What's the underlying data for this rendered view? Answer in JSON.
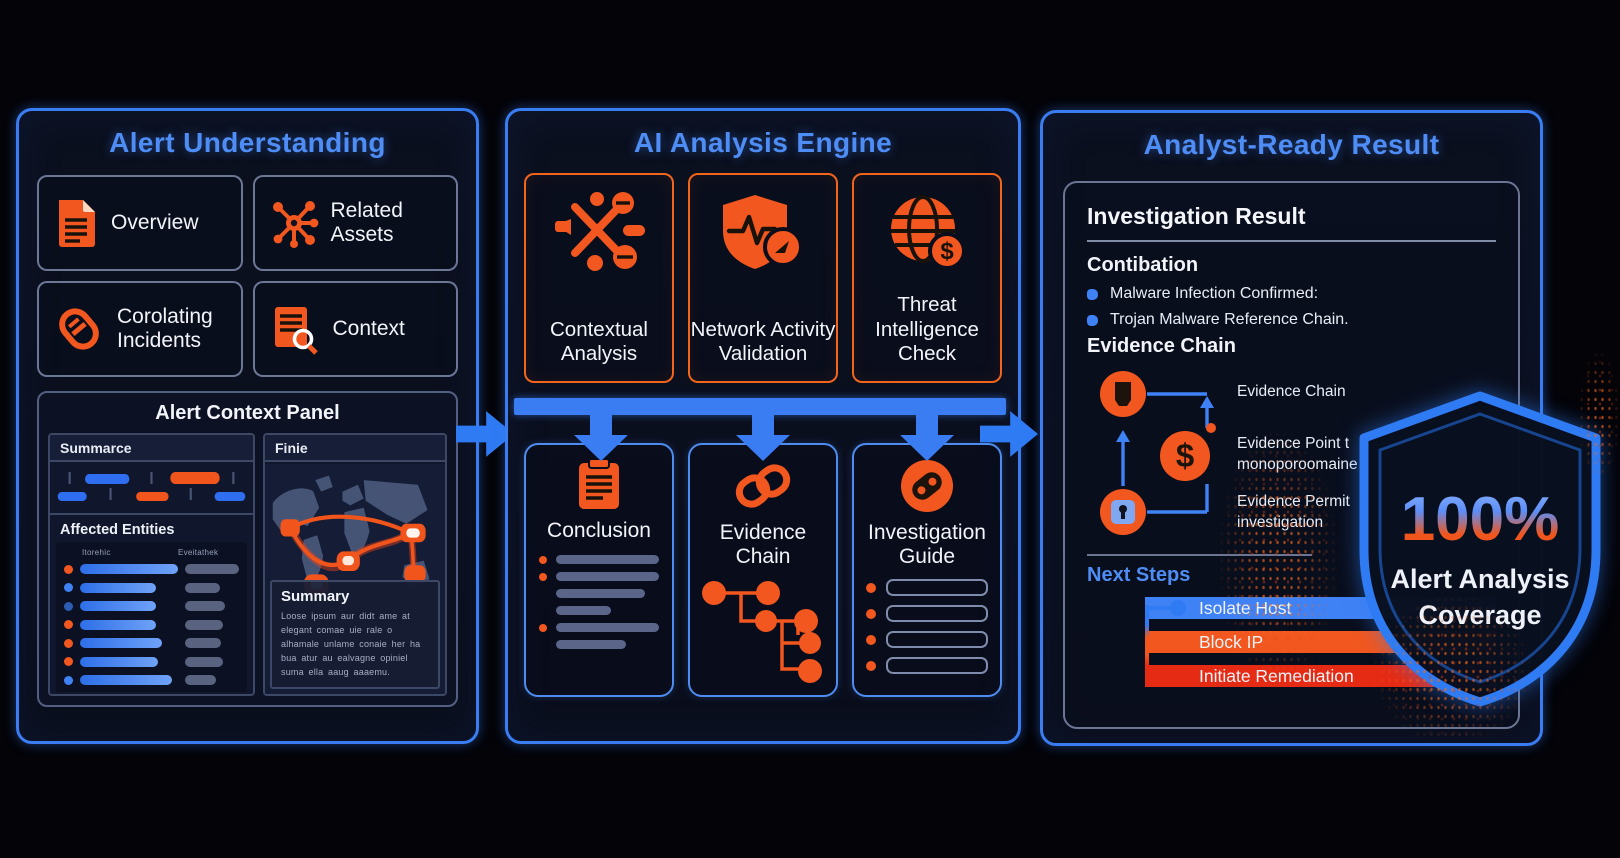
{
  "panel1": {
    "title": "Alert Understanding",
    "cards": [
      {
        "icon": "document-icon",
        "label": "Overview"
      },
      {
        "icon": "network-nodes-icon",
        "label": "Related Assets"
      },
      {
        "icon": "capsule-link-icon",
        "label": "Corolating Incidents"
      },
      {
        "icon": "document-search-icon",
        "label": "Context"
      }
    ],
    "context_panel": {
      "title": "Alert Context Panel",
      "summary_header": "Summarce",
      "entities_title": "Affected Entities",
      "entities_col1": "Itorehic",
      "entities_col2": "Eveitathek",
      "entities_rows": [
        {
          "dot": "orange",
          "w1": "100%",
          "w2": "100%"
        },
        {
          "dot": "blue",
          "w1": "78%",
          "w2": "64%"
        },
        {
          "dot": "blue2",
          "w1": "78%",
          "w2": "74%"
        },
        {
          "dot": "orange",
          "w1": "78%",
          "w2": "70%"
        },
        {
          "dot": "orange",
          "w1": "84%",
          "w2": "66%"
        },
        {
          "dot": "orange",
          "w1": "80%",
          "w2": "70%"
        },
        {
          "dot": "blue",
          "w1": "94%",
          "w2": "58%"
        }
      ],
      "map_header": "Finie",
      "summary_box_title": "Summary",
      "summary_text": "Loose ipsum aur didt ame at elegant comae uie rale o alhamale unlame conaie her ha bua atur au ealvagne opiniel suma ella aaug aaaemu."
    }
  },
  "panel2": {
    "title": "AI Analysis Engine",
    "top_cards": [
      {
        "icon": "contextual-analysis-icon",
        "label": "Contextual Analysis"
      },
      {
        "icon": "shield-pulse-icon",
        "label": "Network Activity Validation"
      },
      {
        "icon": "globe-dollar-icon",
        "label": "Threat Intelligence Check"
      }
    ],
    "conclusion_label": "Conclusion",
    "evidence_label": "Evidence Chain",
    "guide_label": "Investigation Guide",
    "conclusion_lines": [
      {
        "cls": "dot",
        "w": "92%"
      },
      {
        "cls": "dot",
        "w": "86%"
      },
      {
        "cls": "nodot",
        "w": "74%"
      },
      {
        "cls": "nodot",
        "w": "46%"
      },
      {
        "cls": "dot",
        "w": "88%"
      },
      {
        "cls": "nodot",
        "w": "58%"
      }
    ],
    "guide_lines": [
      {
        "w": "96%"
      },
      {
        "w": "96%"
      },
      {
        "w": "90%"
      },
      {
        "w": "93%"
      }
    ]
  },
  "panel3": {
    "title": "Analyst-Ready Result",
    "result_title": "Investigation Result",
    "contibation_title": "Contibation",
    "contibation_bullets": [
      "Malware Infection Confirmed:",
      "Trojan Malware Reference Chain."
    ],
    "evidence_title": "Evidence Chain",
    "evidence_items": [
      {
        "icon": "tag-circle-icon",
        "line1": "Evidence Chain",
        "line2": ""
      },
      {
        "icon": "dollar-circle-icon",
        "line1": "Evidence Point t",
        "line2": "monoporoomaine"
      },
      {
        "icon": "lock-circle-icon",
        "line1": "Evidence Permit",
        "line2": "investigation"
      }
    ],
    "next_steps_title": "Next Steps",
    "next_steps": [
      {
        "color": "blue",
        "label": "Isolate Host"
      },
      {
        "color": "orange",
        "label": "Block IP"
      },
      {
        "color": "red",
        "label": "Initiate Remediation"
      }
    ]
  },
  "badge": {
    "percent": "100%",
    "line1": "Alert Analysis",
    "line2": "Coverage"
  },
  "colors": {
    "accent_blue": "#3a7cf2",
    "accent_orange": "#f1571f",
    "title_blue": "#4e8df5",
    "alert_red": "#e62b14"
  }
}
